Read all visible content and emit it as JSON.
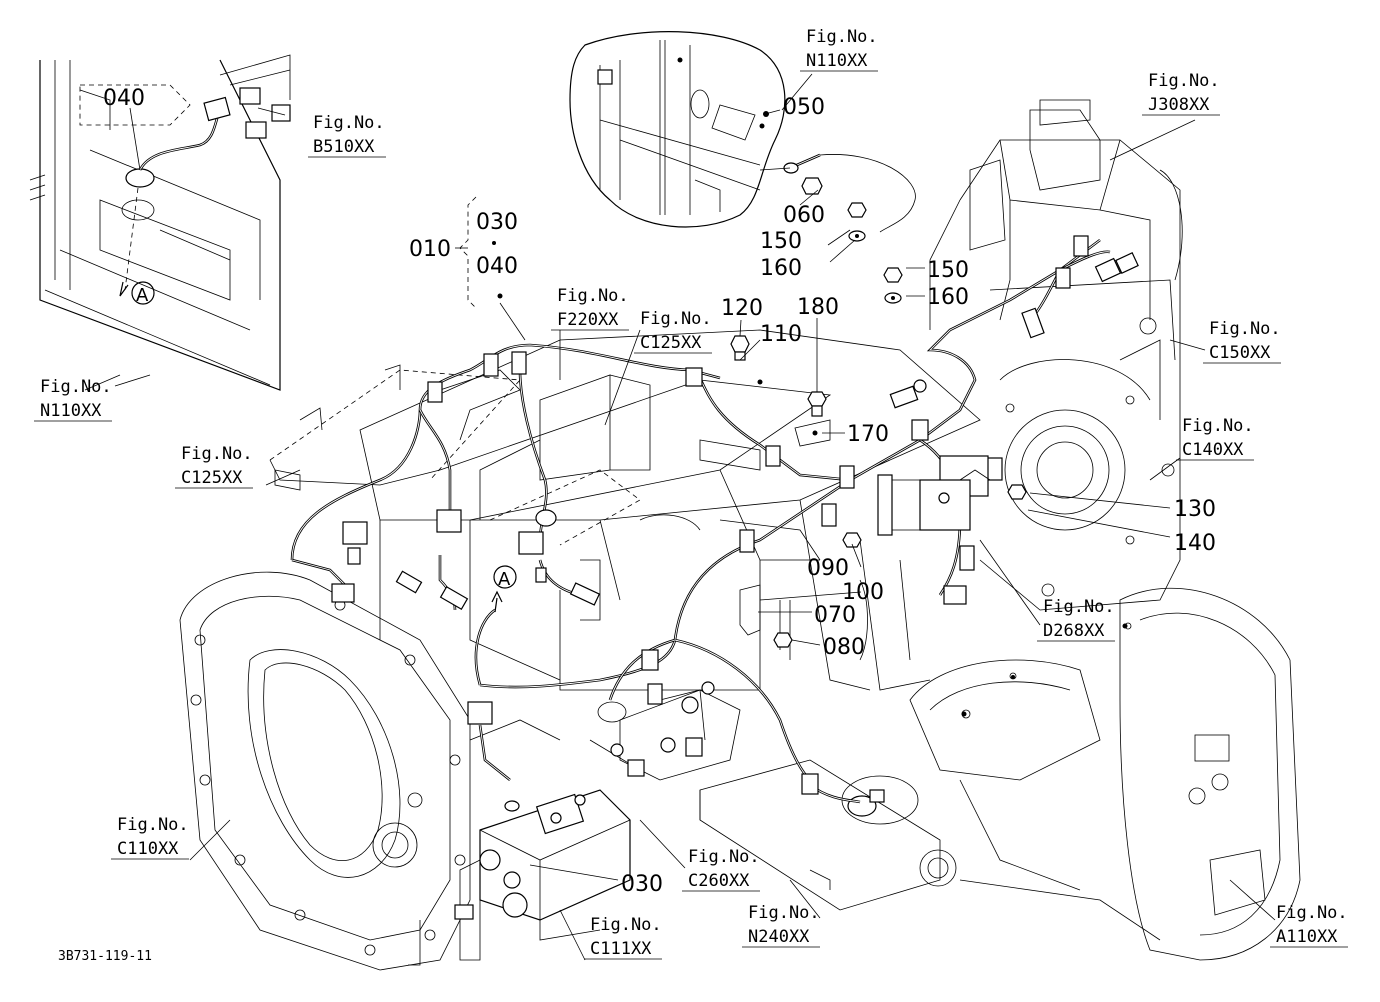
{
  "drawing_code": "3B731-119-11",
  "callout_a": "A",
  "bracket_group": {
    "parent": "010",
    "top": "030",
    "bottom": "040"
  },
  "part_numbers": {
    "p040_inset": "040",
    "p050": "050",
    "p060": "060",
    "p150a": "150",
    "p160a": "160",
    "p150b": "150",
    "p160b": "160",
    "p120": "120",
    "p110": "110",
    "p180": "180",
    "p170": "170",
    "p130": "130",
    "p140": "140",
    "p090": "090",
    "p100": "100",
    "p070": "070",
    "p080": "080",
    "p030": "030"
  },
  "figure_refs": {
    "b510": {
      "line1": "Fig.No.",
      "line2": "B510XX"
    },
    "n110_top": {
      "line1": "Fig.No.",
      "line2": "N110XX"
    },
    "j308": {
      "line1": "Fig.No.",
      "line2": "J308XX"
    },
    "n110_left": {
      "line1": "Fig.No.",
      "line2": "N110XX"
    },
    "f220": {
      "line1": "Fig.No.",
      "line2": "F220XX"
    },
    "c125_top": {
      "line1": "Fig.No.",
      "line2": "C125XX"
    },
    "c150": {
      "line1": "Fig.No.",
      "line2": "C150XX"
    },
    "c125_left": {
      "line1": "Fig.No.",
      "line2": "C125XX"
    },
    "c140": {
      "line1": "Fig.No.",
      "line2": "C140XX"
    },
    "d268": {
      "line1": "Fig.No.",
      "line2": "D268XX"
    },
    "c110": {
      "line1": "Fig.No.",
      "line2": "C110XX"
    },
    "c260": {
      "line1": "Fig.No.",
      "line2": "C260XX"
    },
    "c111": {
      "line1": "Fig.No.",
      "line2": "C111XX"
    },
    "n240": {
      "line1": "Fig.No.",
      "line2": "N240XX"
    },
    "a110": {
      "line1": "Fig.No.",
      "line2": "A110XX"
    }
  }
}
